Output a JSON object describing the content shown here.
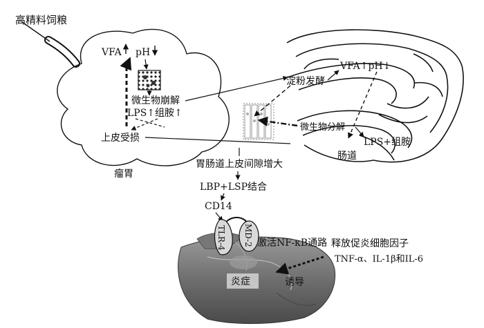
{
  "labels": {
    "feed": "高精料饲粮",
    "rumen_vfa": "VFA",
    "rumen_ph": "pH",
    "rumen_lysis": "微生物崩解",
    "rumen_lps_histamine": "LPS↑组胺↑",
    "epithelial_damage": "上皮受损",
    "rumen": "瘤胃",
    "intestine_starch": "淀粉发酵",
    "intestine_vfa_ph": "VFA↑pH↓",
    "intestine_micro": "微生物分解",
    "intestine_lps": "LPS+组胺",
    "intestine": "肠道",
    "gap": "胃肠道上皮间隙增大",
    "lbp_lsp": "LBP+LSP结合",
    "cd14": "CD14",
    "tlr4": "TLR-4",
    "md2": "MD-2",
    "nfkb": "激活NF-κB通路",
    "release": "释放促炎细胞因子",
    "cytokines": "TNF-α、IL-1β和IL-6",
    "inflammation": "炎症",
    "induce": "诱导"
  },
  "colors": {
    "ink": "#111111",
    "liver_dark": "#5a5a5a",
    "liver_mid": "#8c8c8c",
    "liver_light": "#bdbdbd",
    "receptor": "#d9d9d9"
  }
}
